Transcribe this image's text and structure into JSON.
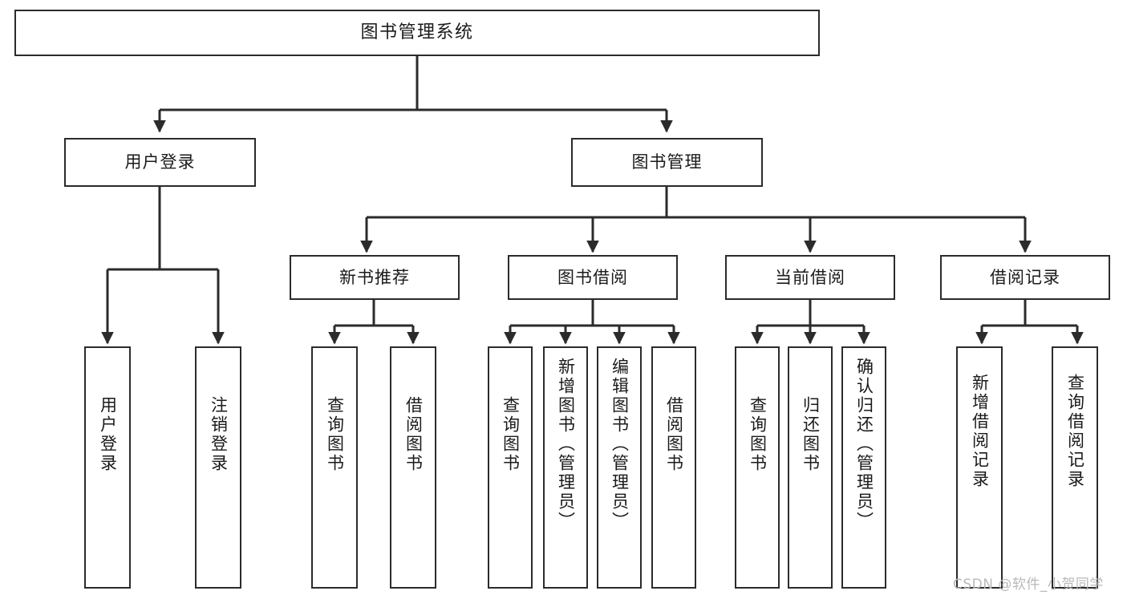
{
  "diagram": {
    "title": "图书管理系统",
    "type": "tree",
    "watermark": "CSDN @软件_小贺同学",
    "stroke_color": "#2b2b2b",
    "fill_color": "#ffffff",
    "text_color": "#1a1a1a"
  },
  "nodes": {
    "root": "图书管理系统",
    "level2": {
      "user_login": "用户登录",
      "book_manage": "图书管理"
    },
    "level3": {
      "new_book_rec": "新书推荐",
      "book_borrow": "图书借阅",
      "current_borrow": "当前借阅",
      "borrow_record": "借阅记录"
    },
    "leaves": {
      "user_login_1": "用户登录",
      "user_login_2": "注销登录",
      "new_book_rec_1": "查询图书",
      "new_book_rec_2": "借阅图书",
      "book_borrow_1": "查询图书",
      "book_borrow_2": "新增图书（管理员）",
      "book_borrow_3": "编辑图书（管理员）",
      "book_borrow_4": "借阅图书",
      "current_borrow_1": "查询图书",
      "current_borrow_2": "归还图书",
      "current_borrow_3": "确认归还（管理员）",
      "borrow_record_1": "新增借阅记录",
      "borrow_record_2": "查询借阅记录"
    }
  }
}
